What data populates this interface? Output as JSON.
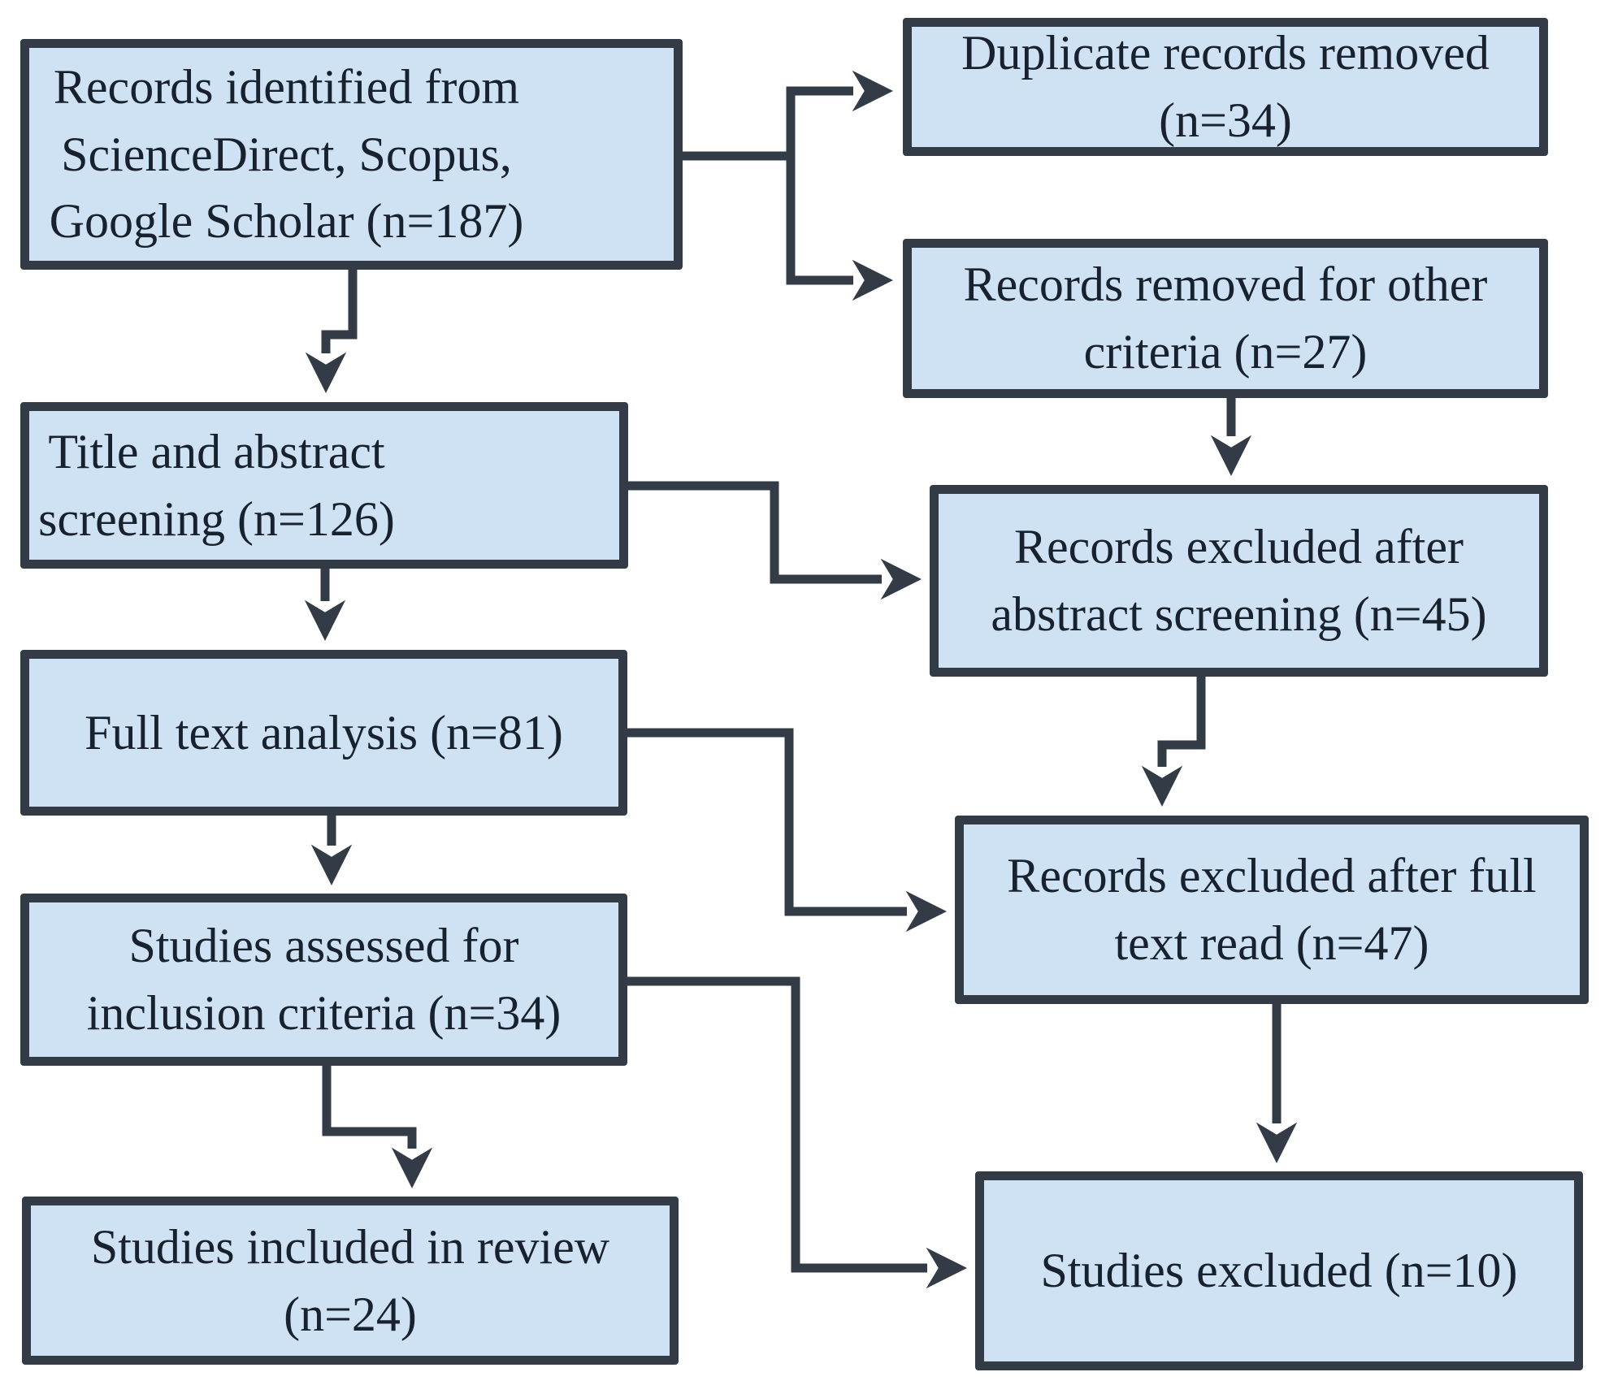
{
  "colors": {
    "box_fill": "#cfe2f3",
    "box_border": "#333b46",
    "text": "#18222f",
    "connector": "#333b46",
    "background": "#ffffff"
  },
  "nodes": [
    {
      "id": "records-identified",
      "lines": [
        "Records identified from",
        "ScienceDirect, Scopus,",
        "Google Scholar (n=187)"
      ]
    },
    {
      "id": "title-abstract-screening",
      "lines": [
        "Title and abstract",
        "screening (n=126)"
      ]
    },
    {
      "id": "full-text-analysis",
      "lines": [
        "Full text analysis (n=81)"
      ]
    },
    {
      "id": "studies-assessed",
      "lines": [
        "Studies assessed for",
        "inclusion criteria (n=34)"
      ]
    },
    {
      "id": "studies-included",
      "lines": [
        "Studies included in review",
        "(n=24)"
      ]
    },
    {
      "id": "duplicate-records-removed",
      "lines": [
        "Duplicate records removed",
        "(n=34)"
      ]
    },
    {
      "id": "records-removed-other",
      "lines": [
        "Records removed for other",
        "criteria (n=27)"
      ]
    },
    {
      "id": "excluded-after-abstract",
      "lines": [
        "Records excluded after",
        "abstract screening (n=45)"
      ]
    },
    {
      "id": "excluded-after-full-text",
      "lines": [
        "Records excluded after full",
        "text read (n=47)"
      ]
    },
    {
      "id": "studies-excluded",
      "lines": [
        "Studies excluded (n=10)"
      ]
    }
  ],
  "connectors": [
    {
      "from": "records-identified",
      "to": "duplicate-records-removed"
    },
    {
      "from": "records-identified",
      "to": "records-removed-other"
    },
    {
      "from": "records-identified",
      "to": "title-abstract-screening"
    },
    {
      "from": "title-abstract-screening",
      "to": "full-text-analysis"
    },
    {
      "from": "title-abstract-screening",
      "to": "excluded-after-abstract"
    },
    {
      "from": "records-removed-other",
      "to": "excluded-after-abstract"
    },
    {
      "from": "full-text-analysis",
      "to": "studies-assessed"
    },
    {
      "from": "full-text-analysis",
      "to": "excluded-after-full-text"
    },
    {
      "from": "excluded-after-abstract",
      "to": "excluded-after-full-text"
    },
    {
      "from": "studies-assessed",
      "to": "studies-included"
    },
    {
      "from": "studies-assessed",
      "to": "studies-excluded"
    },
    {
      "from": "excluded-after-full-text",
      "to": "studies-excluded"
    }
  ]
}
